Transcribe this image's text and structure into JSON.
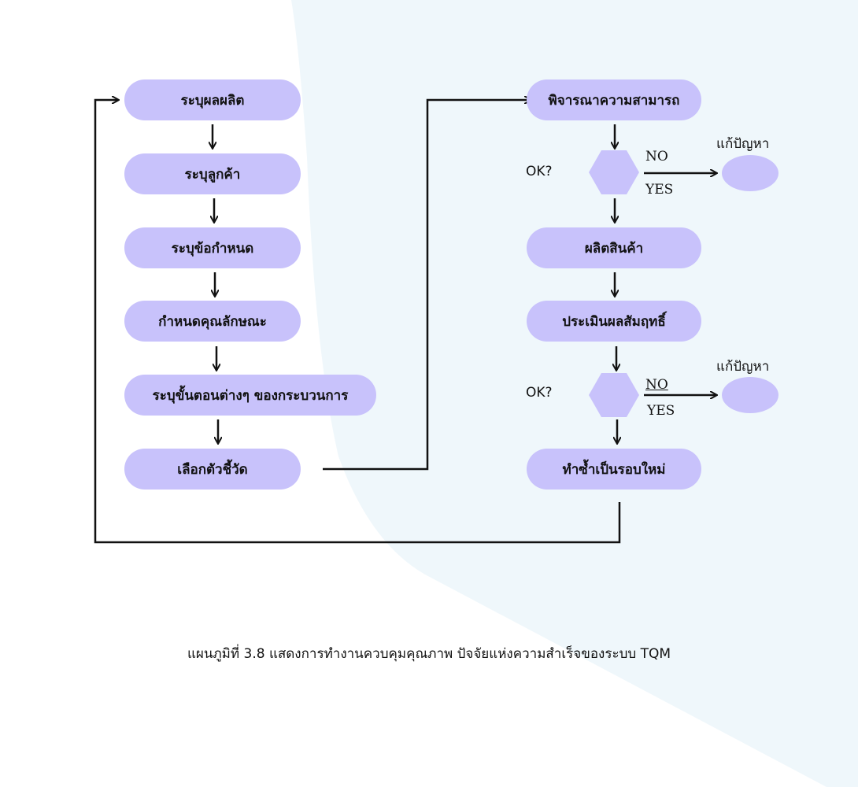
{
  "colors": {
    "box_fill": "#c8c2fb",
    "background_shape": "#eff7fb",
    "line": "#111111"
  },
  "left_column": [
    "ระบุผลผลิต",
    "ระบุลูกค้า",
    "ระบุข้อกำหนด",
    "กำหนดคุณลักษณะ",
    "ระบุขั้นตอนต่างๆ ของกระบวนการ",
    "เลือกตัวชี้วัด"
  ],
  "right_column": [
    "พิจารณาความสามารถ",
    "ผลิตสินค้า",
    "ประเมินผลสัมฤทธิ์",
    "ทำซ้ำเป็นรอบใหม่"
  ],
  "decisions": [
    {
      "question": "OK?",
      "no_label": "NO",
      "yes_label": "YES",
      "fix_label": "แก้ปัญหา"
    },
    {
      "question": "OK?",
      "no_label": "NO",
      "yes_label": "YES",
      "fix_label": "แก้ปัญหา"
    }
  ],
  "caption": "แผนภูมิที่ 3.8 แสดงการทำงานควบคุมคุณภาพ ปัจจัยแห่งความสำเร็จของระบบ TQM"
}
